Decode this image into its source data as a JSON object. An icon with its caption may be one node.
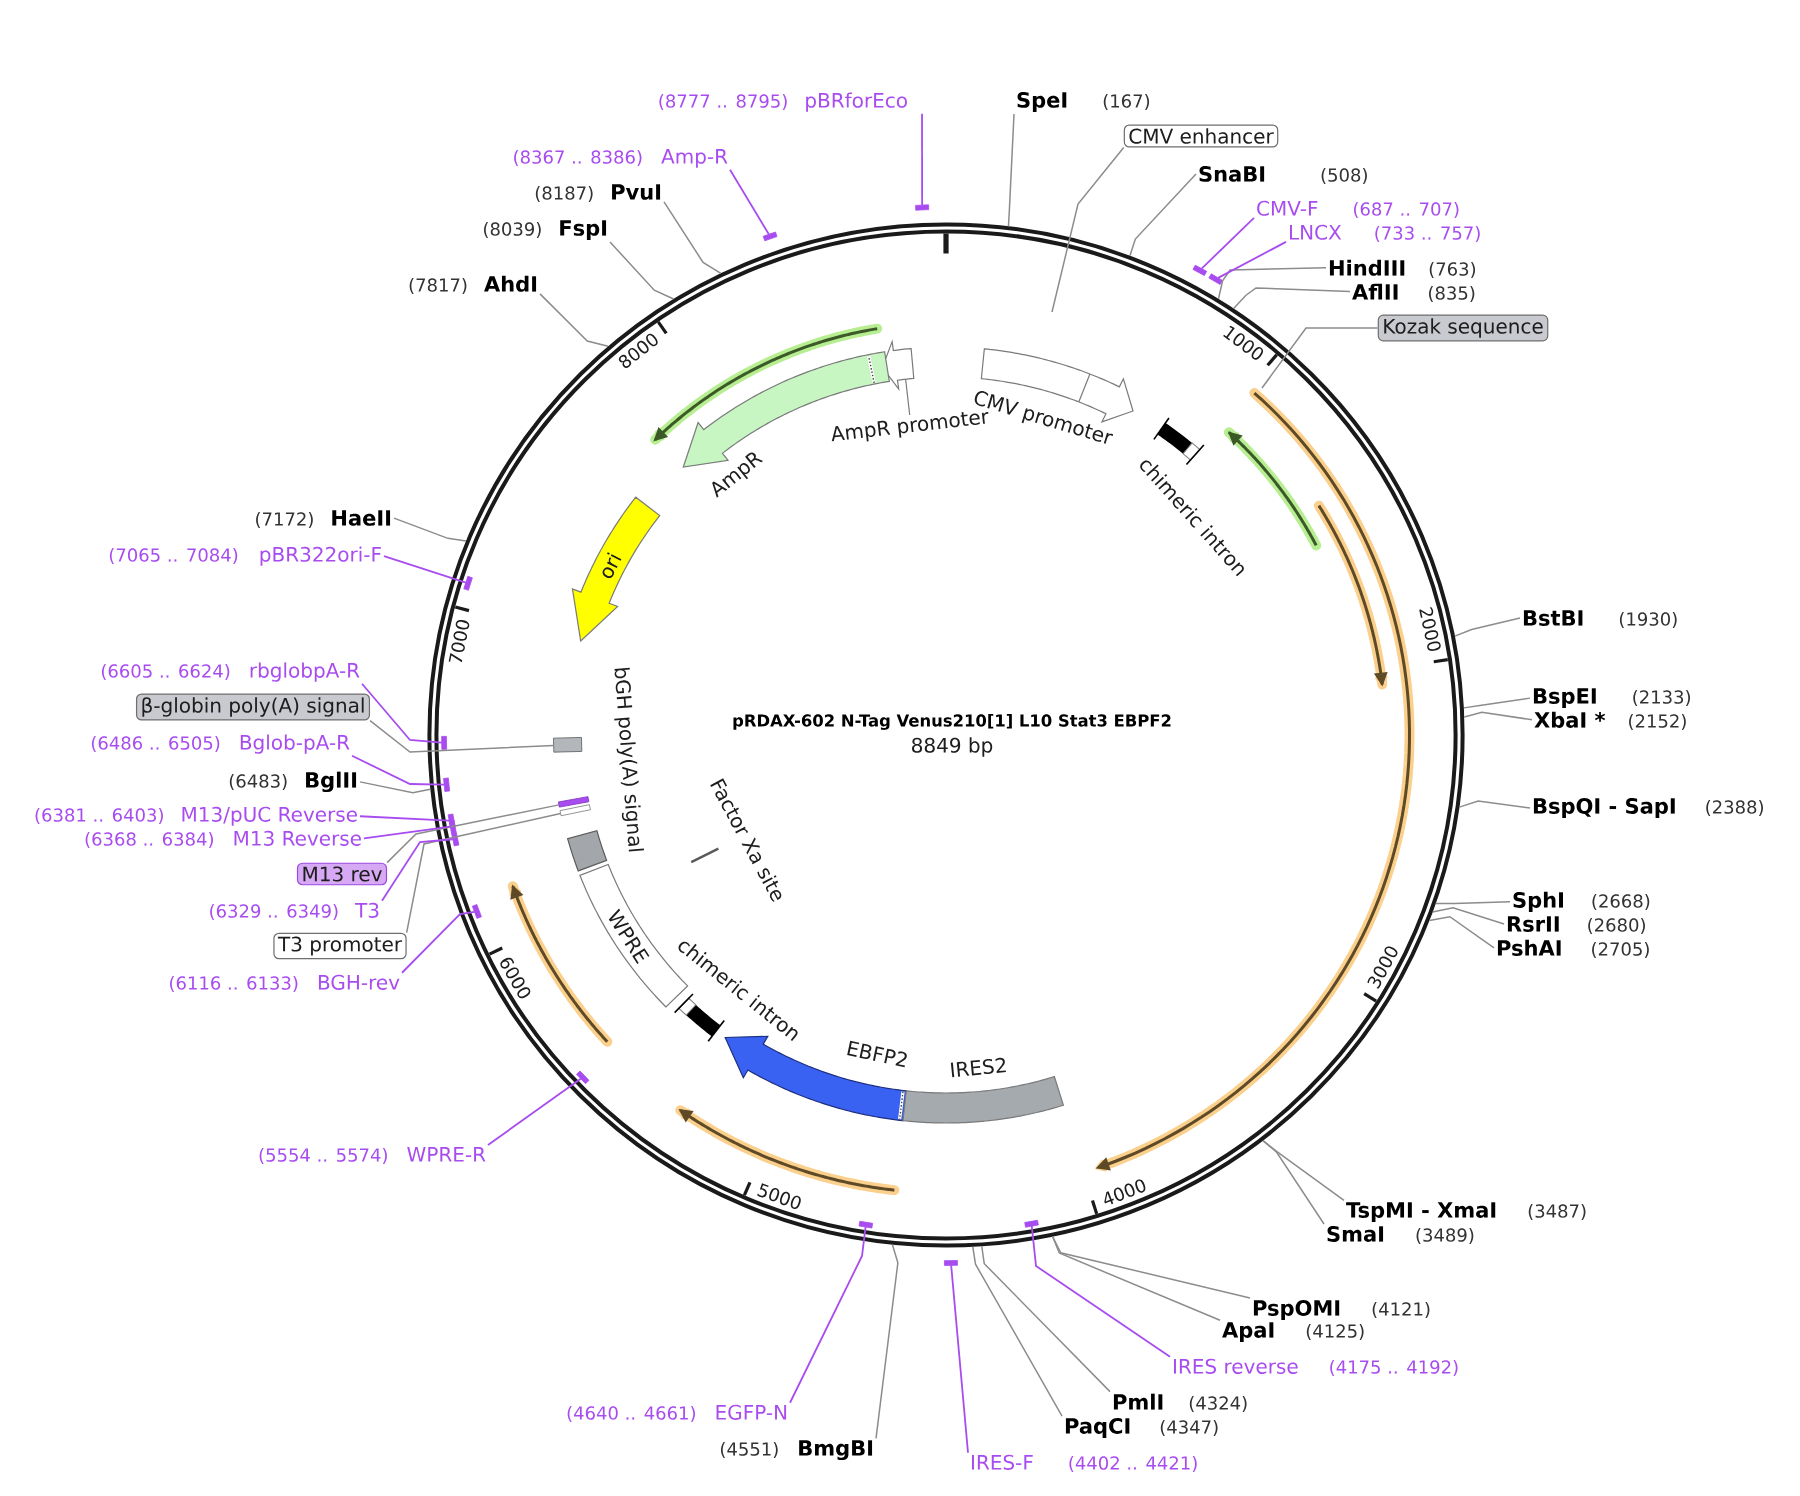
{
  "diagram": {
    "title": "pRDAX-602 N-Tag Venus210[1] L10 Stat3 EBPF2",
    "nodes": [
      {
        "text": [],
        "shape": "circle"
      },
      {
        "text": [
          "(8777 .. 8795)",
          "pBRforEco"
        ]
      },
      {
        "text": [
          "SpeI",
          "(167)"
        ]
      },
      {
        "text": [
          "CMV enhancer"
        ]
      },
      {
        "text": [
          "(8367 .. 8386)",
          "Amp-R"
        ]
      },
      {
        "text": [
          "SnaBI",
          "(508)"
        ]
      },
      {
        "text": [
          "(8187)",
          "PvuI"
        ]
      },
      {
        "text": [
          "CMV-F",
          "(687 .. 707)"
        ]
      },
      {
        "text": [
          "(8039)",
          "FspI"
        ]
      },
      {
        "text": [
          "LNCX",
          "(733 .. 757)"
        ]
      },
      {
        "text": [
          "HindIII",
          "(763)"
        ]
      },
      {
        "text": [
          "(7817)",
          "AhdI"
        ]
      },
      {
        "text": [
          "AflII",
          "(835)"
        ]
      },
      {
        "text": [
          "Kozak sequence"
        ]
      },
      {
        "text": [
          "(7172)",
          "HaeII"
        ]
      },
      {
        "text": [
          "(7065 .. 7084)",
          "pBR322ori-F"
        ]
      },
      {
        "text": [
          "BstBI",
          "(1930)"
        ]
      },
      {
        "text": [
          "(6605 .. 6624)",
          "rbglobpA-R"
        ]
      },
      {
        "text": [
          "BspEI",
          "(2133)"
        ]
      },
      {
        "text": [
          "β-globin poly(A) signal"
        ]
      },
      {
        "text": [
          "XbaI *",
          "(2152)"
        ]
      },
      {
        "text": [
          "(6486 .. 6505)",
          "Bglob-pA-R"
        ]
      },
      {
        "text": [
          "(6483)",
          "BglII"
        ]
      },
      {
        "text": [
          "BspQI - SapI",
          "(2388)"
        ]
      },
      {
        "text": [
          "(6381 .. 6403)",
          "M13/pUC Reverse"
        ]
      },
      {
        "text": [
          "(6368 .. 6384)",
          "M13 Reverse"
        ]
      },
      {
        "text": [
          "M13 rev"
        ]
      },
      {
        "text": [
          "SphI",
          "(2668)"
        ]
      },
      {
        "text": [
          "(6329 .. 6349)",
          "T3"
        ]
      },
      {
        "text": [
          "RsrII",
          "(2680)"
        ]
      },
      {
        "text": [
          "T3 promoter"
        ]
      },
      {
        "text": [
          "PshAI",
          "(2705)"
        ]
      },
      {
        "text": [
          "(6116 .. 6133)",
          "BGH-rev"
        ]
      },
      {
        "text": [
          "(5554 .. 5574)",
          "WPRE-R"
        ]
      },
      {
        "text": [
          "TspMI - XmaI",
          "(3487)"
        ]
      },
      {
        "text": [
          "SmaI",
          "(3489)"
        ]
      },
      {
        "text": [
          "PspOMI",
          "(4121)"
        ]
      },
      {
        "text": [
          "ApaI",
          "(4125)"
        ]
      },
      {
        "text": [
          "IRES reverse",
          "(4175 .. 4192)"
        ]
      },
      {
        "text": [
          "PmlI",
          "(4324)"
        ]
      },
      {
        "text": [
          "(4640 .. 4661)",
          "EGFP-N"
        ]
      },
      {
        "text": [
          "PaqCI",
          "(4347)"
        ]
      },
      {
        "text": [
          "(4551)",
          "BmgBI"
        ]
      },
      {
        "text": [
          "IRES-F",
          "(4402 .. 4421)"
        ]
      },
      {
        "text": [
          "AmpR promoter"
        ],
        "in": 0
      },
      {
        "text": [
          "CMV promoter"
        ],
        "in": 0
      },
      {
        "text": [
          "AmpR"
        ],
        "in": 0
      },
      {
        "text": [
          "chimeric intron"
        ],
        "in": 0
      },
      {
        "text": [
          "ori"
        ],
        "in": 0
      },
      {
        "text": [
          "bGH poly(A) signal"
        ],
        "in": 0
      },
      {
        "text": [
          "Factor Xa site"
        ],
        "in": 0
      },
      {
        "text": [
          "WPRE"
        ],
        "in": 0
      },
      {
        "text": [
          "chimeric intron"
        ],
        "in": 0
      },
      {
        "text": [
          "EBFP2"
        ],
        "in": 0
      },
      {
        "text": [
          "IRES2"
        ],
        "in": 0
      },
      {
        "text": [],
        "shape": "box",
        "in": 0
      },
      {
        "text": [],
        "shape": "bar",
        "in": 0
      },
      {
        "text": [],
        "shape": "bar",
        "in": 0
      },
      {
        "text": [],
        "shape": "bar"
      },
      {
        "text": [],
        "shape": "bar"
      },
      {
        "text": [],
        "shape": "bar"
      },
      {
        "text": [],
        "shape": "bar"
      },
      {
        "text": [],
        "shape": "bar",
        "in": 0
      },
      {
        "text": [],
        "shape": "bar",
        "in": 0
      },
      {
        "text": [],
        "shape": "bar",
        "in": 0
      },
      {
        "text": [],
        "shape": "bar",
        "in": 0
      },
      {
        "text": [],
        "shape": "bar",
        "in": 0
      },
      {
        "text": [],
        "shape": "bar",
        "in": 0
      },
      {
        "text": [],
        "shape": "bar",
        "in": 0
      },
      {
        "text": [],
        "shape": "bar",
        "in": 0
      },
      {
        "text": [],
        "shape": "bar",
        "in": 0
      },
      {
        "text": [],
        "shape": "bar",
        "in": 0
      },
      {
        "text": [],
        "shape": "bar"
      }
    ],
    "edges": [
      {
        "from": 2,
        "to": 0,
        "arrow": "none"
      },
      {
        "from": 5,
        "to": 0,
        "arrow": "none"
      },
      {
        "from": 6,
        "to": 0,
        "arrow": "none"
      },
      {
        "from": 8,
        "to": 0,
        "arrow": "none"
      },
      {
        "from": 10,
        "to": 0,
        "arrow": "none"
      },
      {
        "from": 11,
        "to": 0,
        "arrow": "none"
      },
      {
        "from": 12,
        "to": 0,
        "arrow": "none"
      },
      {
        "from": 14,
        "to": 0,
        "arrow": "none"
      },
      {
        "from": 16,
        "to": 0,
        "arrow": "none"
      },
      {
        "from": 18,
        "to": 0,
        "arrow": "none"
      },
      {
        "from": 20,
        "to": 0,
        "arrow": "none"
      },
      {
        "from": 22,
        "to": 0,
        "arrow": "none"
      },
      {
        "from": 23,
        "to": 0,
        "arrow": "none"
      },
      {
        "from": 27,
        "to": 0,
        "arrow": "none"
      },
      {
        "from": 29,
        "to": 0,
        "arrow": "none"
      },
      {
        "from": 31,
        "to": 0,
        "arrow": "none"
      },
      {
        "from": 34,
        "to": 0,
        "arrow": "none"
      },
      {
        "from": 35,
        "to": 0,
        "arrow": "none"
      },
      {
        "from": 36,
        "to": 0,
        "arrow": "none"
      },
      {
        "from": 37,
        "to": 0,
        "arrow": "none"
      },
      {
        "from": 39,
        "to": 0,
        "arrow": "none"
      },
      {
        "from": 41,
        "to": 0,
        "arrow": "none"
      },
      {
        "from": 42,
        "to": 0,
        "arrow": "none"
      },
      {
        "from": 3,
        "to": null,
        "arrow": "none"
      },
      {
        "from": 13,
        "to": null,
        "arrow": "none"
      },
      {
        "from": 19,
        "to": 55,
        "arrow": "none"
      },
      {
        "from": 26,
        "to": 56,
        "arrow": "none"
      },
      {
        "from": 30,
        "to": 57,
        "arrow": "none"
      },
      {
        "from": 1,
        "to": 58,
        "arrow": "none",
        "color": "#a84cf0"
      },
      {
        "from": 4,
        "to": 59,
        "arrow": "none",
        "color": "#a84cf0"
      },
      {
        "from": 7,
        "to": 60,
        "arrow": "none",
        "color": "#a84cf0"
      },
      {
        "from": 9,
        "to": 61,
        "arrow": "none",
        "color": "#a84cf0"
      },
      {
        "from": 15,
        "to": 62,
        "arrow": "none",
        "color": "#a84cf0"
      },
      {
        "from": 17,
        "to": 63,
        "arrow": "none",
        "color": "#a84cf0"
      },
      {
        "from": 21,
        "to": 64,
        "arrow": "none",
        "color": "#a84cf0"
      },
      {
        "from": 24,
        "to": 65,
        "arrow": "none",
        "color": "#a84cf0"
      },
      {
        "from": 25,
        "to": 66,
        "arrow": "none",
        "color": "#a84cf0"
      },
      {
        "from": 28,
        "to": 67,
        "arrow": "none",
        "color": "#a84cf0"
      },
      {
        "from": 32,
        "to": 68,
        "arrow": "none",
        "color": "#a84cf0"
      },
      {
        "from": 33,
        "to": 69,
        "arrow": "none",
        "color": "#a84cf0"
      },
      {
        "from": 40,
        "to": 70,
        "arrow": "none",
        "color": "#a84cf0"
      },
      {
        "from": 38,
        "to": 71,
        "arrow": "none",
        "color": "#a84cf0"
      },
      {
        "from": 43,
        "to": 72,
        "arrow": "none",
        "color": "#a84cf0"
      }
    ],
    "labels": [
      "8000",
      "1000",
      "7000",
      "2000",
      "8849 bp",
      "6000",
      "3000",
      "5000",
      "4000"
    ]
  }
}
